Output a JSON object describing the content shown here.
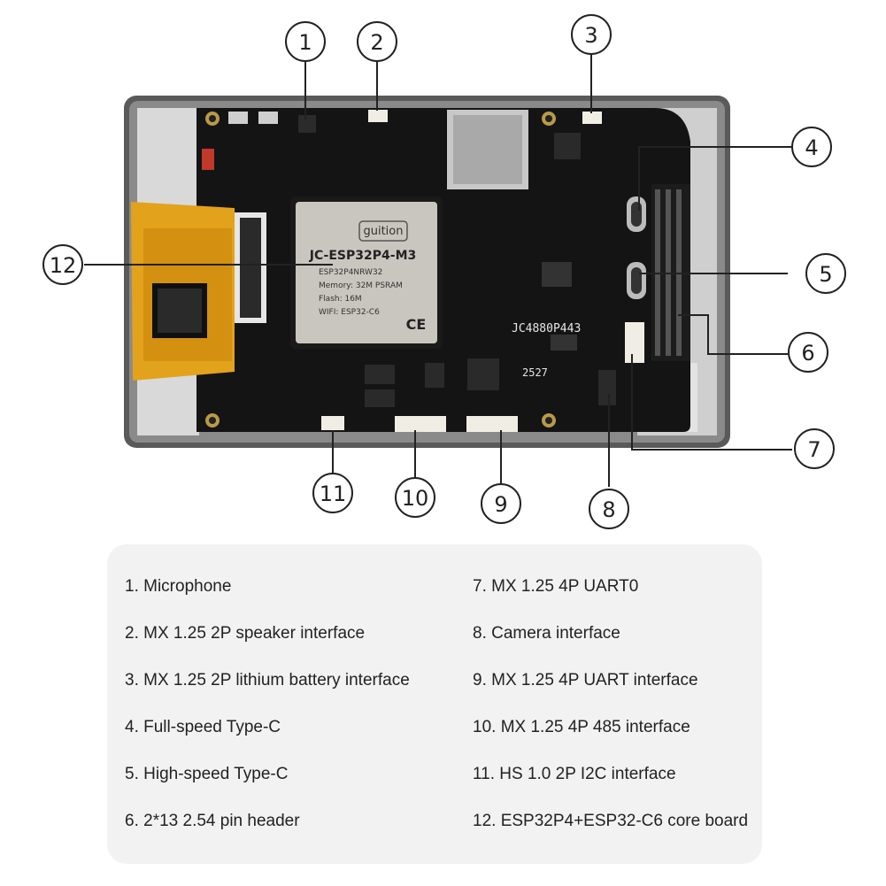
{
  "board": {
    "brand": "guition",
    "module_name": "JC-ESP32P4-M3",
    "module_lines": [
      "ESP32P4NRW32",
      "Memory:  32M PSRAM",
      "Flash:  16M",
      "WIFI:  ESP32-C6"
    ],
    "ce_mark": "CE",
    "board_model": "JC4880P443",
    "code": "2527"
  },
  "callouts": [
    {
      "num": "1"
    },
    {
      "num": "2"
    },
    {
      "num": "3"
    },
    {
      "num": "4"
    },
    {
      "num": "5"
    },
    {
      "num": "6"
    },
    {
      "num": "7"
    },
    {
      "num": "8"
    },
    {
      "num": "9"
    },
    {
      "num": "10"
    },
    {
      "num": "11"
    },
    {
      "num": "12"
    }
  ],
  "legend": {
    "left": [
      "1. Microphone",
      "2. MX 1.25 2P speaker interface",
      "3. MX 1.25 2P lithium battery interface",
      "4. Full-speed Type-C",
      "5. High-speed Type-C",
      "6. 2*13 2.54 pin header"
    ],
    "right": [
      "7. MX 1.25 4P UART0",
      "8. Camera interface",
      "9. MX 1.25 4P UART interface",
      "10. MX 1.25 4P 485 interface",
      "11. HS 1.0 2P I2C interface",
      "12. ESP32P4+ESP32-C6 core board"
    ]
  }
}
